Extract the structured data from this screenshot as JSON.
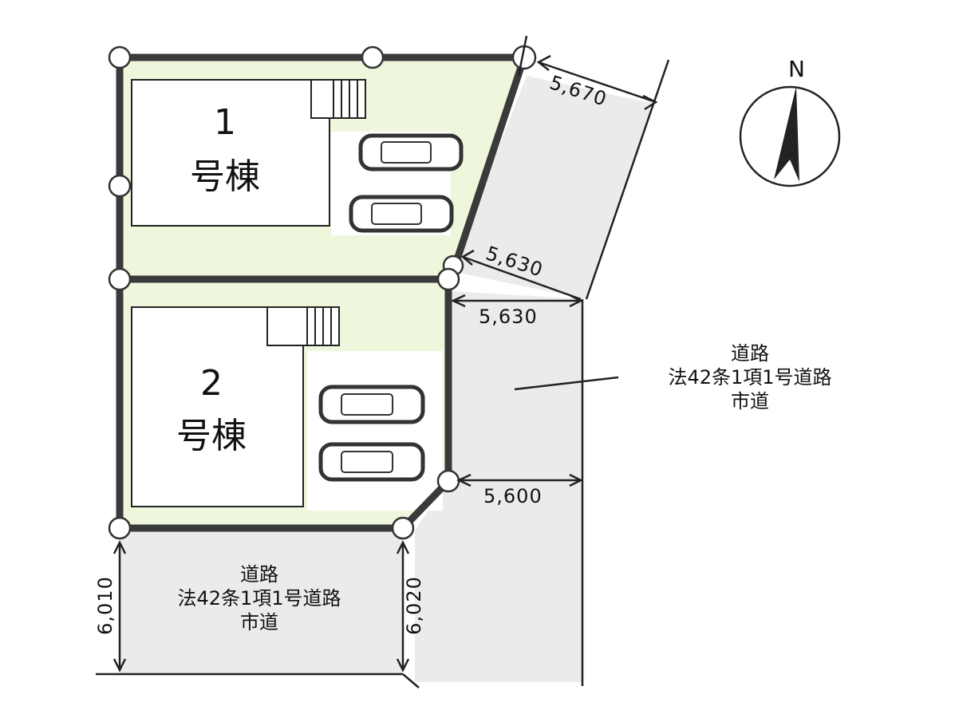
{
  "lots": [
    {
      "number": "1",
      "name": "号棟"
    },
    {
      "number": "2",
      "name": "号棟"
    }
  ],
  "dimensions": {
    "top_right_diag": "5,670",
    "mid_right_diag": "5,630",
    "mid_right": "5,630",
    "lower_right": "5,600",
    "bottom_left": "6,010",
    "bottom_right": "6,020"
  },
  "roads": {
    "east": {
      "line1": "道路",
      "line2": "法42条1項1号道路",
      "line3": "市道"
    },
    "south": {
      "line1": "道路",
      "line2": "法42条1項1号道路",
      "line3": "市道"
    }
  },
  "compass": {
    "label": "N"
  },
  "colors": {
    "yard_green": "#eef7dc",
    "road_gray": "#ebebeb",
    "boundary": "#3a3a3a",
    "outline": "#222222"
  }
}
